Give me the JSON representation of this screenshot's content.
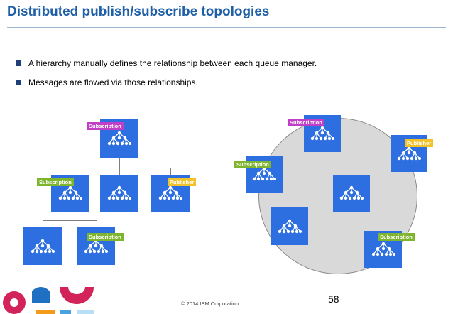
{
  "title": "Distributed publish/subscribe topologies",
  "bullets": [
    "A hierarchy manually defines the relationship between each queue manager.",
    "Messages are flowed via those relationships."
  ],
  "labels": {
    "subscription": "Subscription",
    "publisher": "Publisher"
  },
  "footer": {
    "copyright": "© 2014 IBM Corporation",
    "page_number": "58"
  },
  "colors": {
    "queue_manager": "#2d6fe0",
    "subscription_purple": "#c13fc7",
    "subscription_green": "#7fb52e",
    "publisher": "#f2c22b",
    "title": "#1f5fa6"
  },
  "icons": [
    "queue-manager-hierarchy-icon"
  ]
}
